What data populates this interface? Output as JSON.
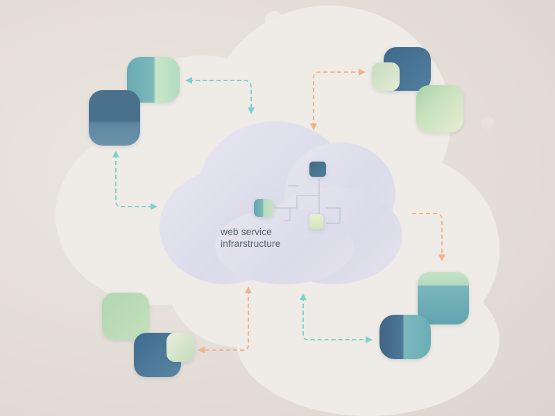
{
  "diagram": {
    "title_line1": "web service",
    "title_line2": "infrarstructure",
    "colors": {
      "background": "#e4ddd7",
      "outer_cloud": "#efebe6",
      "inner_cloud": "#dfdeeb",
      "navy": "#4a7090",
      "teal": "#6fb2b8",
      "mint": "#c6e2c4",
      "green": "#a9d0a8",
      "cream": "#e8eed8",
      "arrow_teal": "#7fcfcf",
      "arrow_orange": "#f0b48a",
      "text": "#5b6270"
    },
    "node_clusters": [
      {
        "id": "top-left",
        "nodes": [
          "teal-mint-pill",
          "navy-square"
        ]
      },
      {
        "id": "top-right",
        "nodes": [
          "navy-square",
          "mint-square",
          "green-square"
        ]
      },
      {
        "id": "bottom-left",
        "nodes": [
          "green-square",
          "navy-square",
          "cream-square"
        ]
      },
      {
        "id": "bottom-right",
        "nodes": [
          "mint-teal-square",
          "navy-teal-pill"
        ]
      },
      {
        "id": "center",
        "nodes": [
          "navy-mini",
          "teal-mint-mini",
          "cream-mini"
        ]
      }
    ],
    "connectors": [
      {
        "from": "center",
        "to": "top-left",
        "color": "teal",
        "style": "dashed",
        "bidirectional": true
      },
      {
        "from": "center",
        "to": "top-left-lower",
        "color": "teal",
        "style": "dashed",
        "bidirectional": true
      },
      {
        "from": "center",
        "to": "top-right",
        "color": "orange",
        "style": "dashed",
        "bidirectional": true
      },
      {
        "from": "center",
        "to": "bottom-right-upper",
        "color": "orange",
        "style": "dashed",
        "bidirectional": false
      },
      {
        "from": "center",
        "to": "bottom-right",
        "color": "teal",
        "style": "dashed",
        "bidirectional": true
      },
      {
        "from": "center",
        "to": "bottom-left",
        "color": "orange",
        "style": "dashed",
        "bidirectional": true
      }
    ]
  }
}
